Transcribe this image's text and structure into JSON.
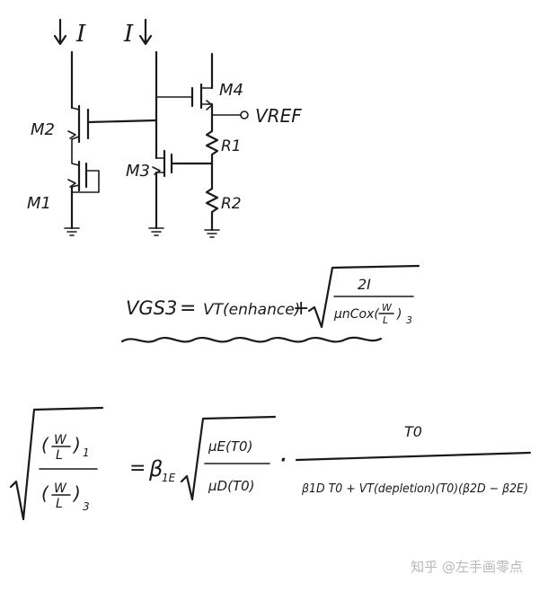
{
  "circuit": {
    "current_label_left": "I",
    "current_label_right": "I",
    "m1": "M1",
    "m2": "M2",
    "m3": "M3",
    "m4": "M4",
    "vref": "VREF",
    "r1": "R1",
    "r2": "R2"
  },
  "eq1": {
    "lhs": "VGS3",
    "eq": "=",
    "vt": "VT(enhance)",
    "plus": "+",
    "num": "2I",
    "den_a": "μnCox(",
    "den_w": "W",
    "den_l": "L",
    "den_b": ")",
    "den_sub": "3"
  },
  "eq2": {
    "l_w1": "W",
    "l_l1": "L",
    "l_sub1": "1",
    "l_w3": "W",
    "l_l3": "L",
    "l_sub3": "3",
    "eq": "=",
    "beta": "β",
    "beta_sub": "1E",
    "mu_num": "μE(T0)",
    "mu_den": "μD(T0)",
    "dot": "·",
    "t0": "T0",
    "den": "β1D T0 + VT(depletion)(T0)(β2D − β2E)"
  },
  "watermark": "知乎 @左手画零点"
}
